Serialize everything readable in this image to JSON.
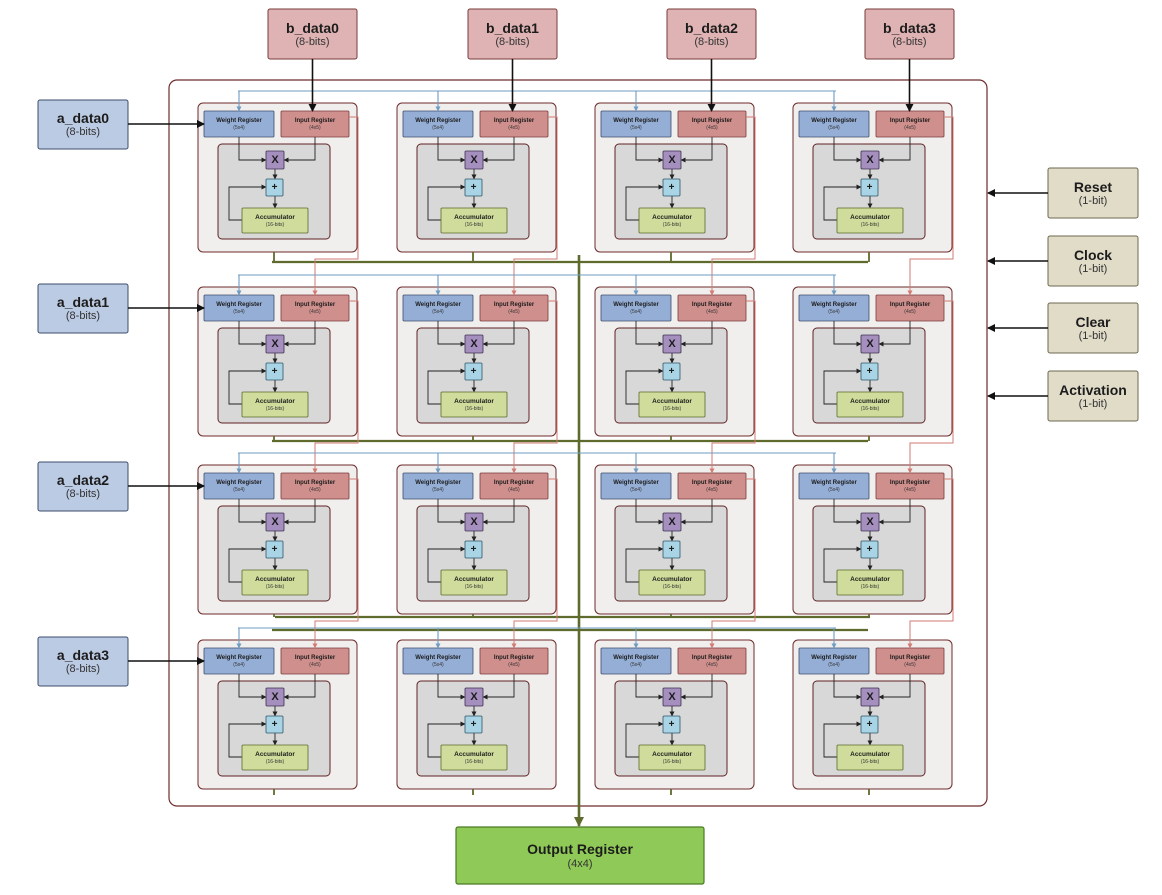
{
  "colors": {
    "b_input_fill": "#dfb3b3",
    "b_input_stroke": "#7a3b3b",
    "a_input_fill": "#bccbe4",
    "a_input_stroke": "#3d4d6b",
    "ctrl_fill": "#e0dcc8",
    "ctrl_stroke": "#6e6750",
    "pe_fill": "#f1eeee",
    "pe_stroke": "#6e2b2b",
    "core_fill": "#d8d8d8",
    "core_stroke": "#5e2222",
    "weight_fill": "#95aed6",
    "input_reg_fill": "#cf8f8c",
    "mult_fill": "#a58fbf",
    "add_fill": "#a8d4e6",
    "acc_fill": "#cfdc9b",
    "output_fill": "#8fc957",
    "output_stroke": "#4b7a24",
    "bus": "#5e6b2c",
    "weight_wire": "#6f9cc2",
    "input_wire": "#d27b73"
  },
  "b_inputs": [
    {
      "name": "b_data0",
      "bits": "(8-bits)"
    },
    {
      "name": "b_data1",
      "bits": "(8-bits)"
    },
    {
      "name": "b_data2",
      "bits": "(8-bits)"
    },
    {
      "name": "b_data3",
      "bits": "(8-bits)"
    }
  ],
  "a_inputs": [
    {
      "name": "a_data0",
      "bits": "(8-bits)"
    },
    {
      "name": "a_data1",
      "bits": "(8-bits)"
    },
    {
      "name": "a_data2",
      "bits": "(8-bits)"
    },
    {
      "name": "a_data3",
      "bits": "(8-bits)"
    }
  ],
  "controls": [
    {
      "name": "Reset",
      "bits": "(1-bit)"
    },
    {
      "name": "Clock",
      "bits": "(1-bit)"
    },
    {
      "name": "Clear",
      "bits": "(1-bit)"
    },
    {
      "name": "Activation",
      "bits": "(1-bit)"
    }
  ],
  "pe": {
    "weight_register": "Weight Register",
    "weight_size": "(5x4)",
    "input_register": "Input Register",
    "input_size": "(4x5)",
    "multiply": "X",
    "add": "+",
    "accumulator": "Accumulator",
    "accumulator_bits": "(16-bits)"
  },
  "output": {
    "name": "Output Register",
    "size": "(4x4)"
  }
}
